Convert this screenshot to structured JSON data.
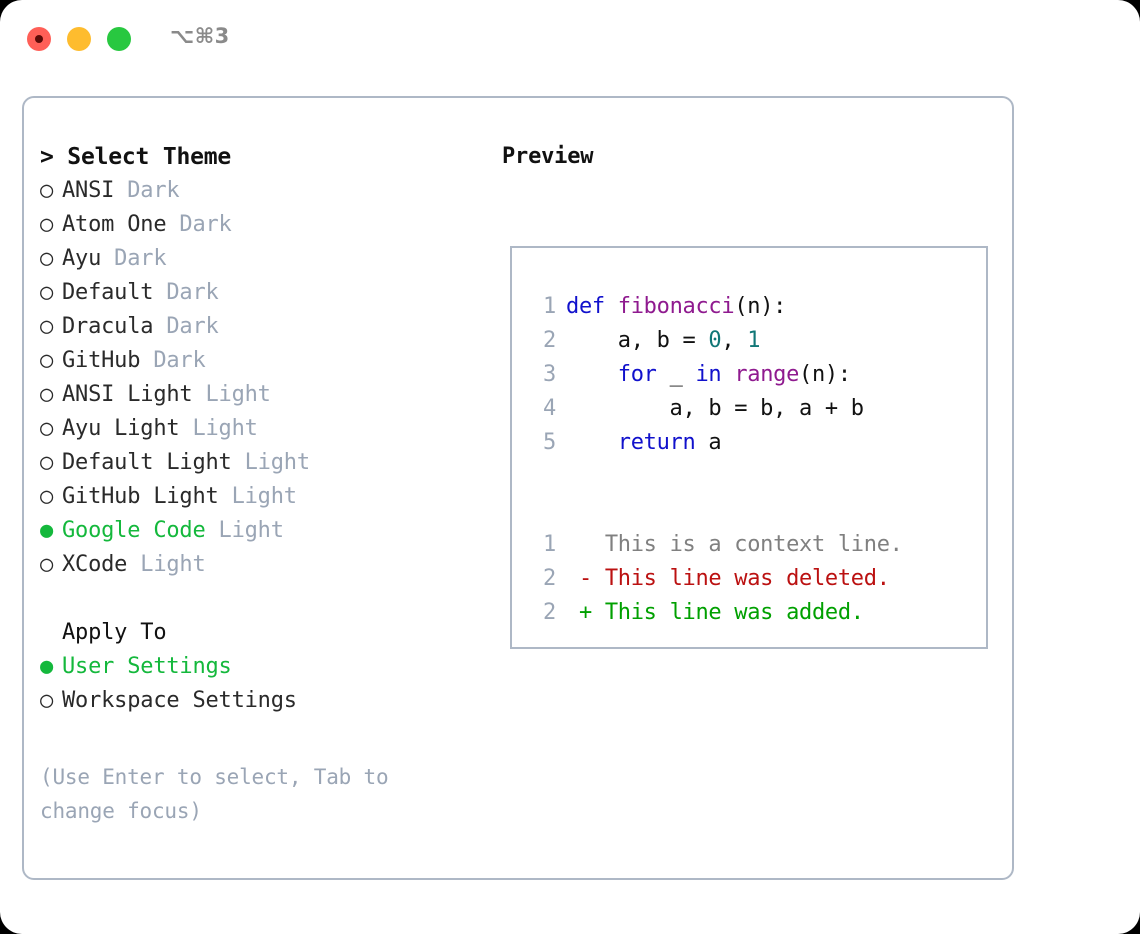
{
  "titlebar": {
    "shortcut": "⌥⌘3",
    "buttons": {
      "close": "close",
      "minimize": "minimize",
      "maximize": "maximize"
    }
  },
  "theme_picker": {
    "header_prefix": "> ",
    "header": "Select Theme",
    "selected_theme": "Google Code",
    "bullet_on": "●",
    "bullet_off": "○",
    "accent_color": "#14b83c",
    "muted_color": "#9aa5b5",
    "items": [
      {
        "name": "ANSI",
        "mode": "Dark",
        "selected": false
      },
      {
        "name": "Atom One",
        "mode": "Dark",
        "selected": false
      },
      {
        "name": "Ayu",
        "mode": "Dark",
        "selected": false
      },
      {
        "name": "Default",
        "mode": "Dark",
        "selected": false
      },
      {
        "name": "Dracula",
        "mode": "Dark",
        "selected": false
      },
      {
        "name": "GitHub",
        "mode": "Dark",
        "selected": false
      },
      {
        "name": "ANSI Light",
        "mode": "Light",
        "selected": false
      },
      {
        "name": "Ayu Light",
        "mode": "Light",
        "selected": false
      },
      {
        "name": "Default Light",
        "mode": "Light",
        "selected": false
      },
      {
        "name": "GitHub Light",
        "mode": "Light",
        "selected": false
      },
      {
        "name": "Google Code",
        "mode": "Light",
        "selected": true
      },
      {
        "name": "XCode",
        "mode": "Light",
        "selected": false
      }
    ]
  },
  "apply_to": {
    "label": "Apply To",
    "options": [
      {
        "name": "User Settings",
        "selected": true
      },
      {
        "name": "Workspace Settings",
        "selected": false
      }
    ]
  },
  "hint": "(Use Enter to select, Tab to change focus)",
  "preview": {
    "title": "Preview",
    "code_lines": [
      {
        "no": "1",
        "tokens": [
          {
            "t": "def",
            "c": "kw"
          },
          {
            "t": " ",
            "c": "pln"
          },
          {
            "t": "fibonacci",
            "c": "fn"
          },
          {
            "t": "(n):",
            "c": "pln"
          }
        ]
      },
      {
        "no": "2",
        "tokens": [
          {
            "t": "    a, b = ",
            "c": "pln"
          },
          {
            "t": "0",
            "c": "num"
          },
          {
            "t": ", ",
            "c": "pln"
          },
          {
            "t": "1",
            "c": "num"
          }
        ]
      },
      {
        "no": "3",
        "tokens": [
          {
            "t": "    ",
            "c": "pln"
          },
          {
            "t": "for",
            "c": "kw"
          },
          {
            "t": " _ ",
            "c": "pln"
          },
          {
            "t": "in",
            "c": "kw"
          },
          {
            "t": " ",
            "c": "pln"
          },
          {
            "t": "range",
            "c": "fn"
          },
          {
            "t": "(n):",
            "c": "pln"
          }
        ]
      },
      {
        "no": "4",
        "tokens": [
          {
            "t": "        a, b = b, a + b",
            "c": "pln"
          }
        ]
      },
      {
        "no": "5",
        "tokens": [
          {
            "t": "    ",
            "c": "pln"
          },
          {
            "t": "return",
            "c": "kw"
          },
          {
            "t": " a",
            "c": "pln"
          }
        ]
      }
    ],
    "diff_lines": [
      {
        "no": "1",
        "marker": "  ",
        "text": "This is a context line.",
        "kind": "ctx"
      },
      {
        "no": "2",
        "marker": "- ",
        "text": "This line was deleted.",
        "kind": "del"
      },
      {
        "no": "2",
        "marker": "+ ",
        "text": "This line was added.",
        "kind": "add"
      }
    ],
    "colors": {
      "keyword": "#1111cc",
      "function": "#8f1a8f",
      "number": "#117777",
      "plain": "#111111",
      "linenumber": "#9aa5b5",
      "context": "#808080",
      "deleted": "#bb1111",
      "added": "#00a000"
    }
  }
}
